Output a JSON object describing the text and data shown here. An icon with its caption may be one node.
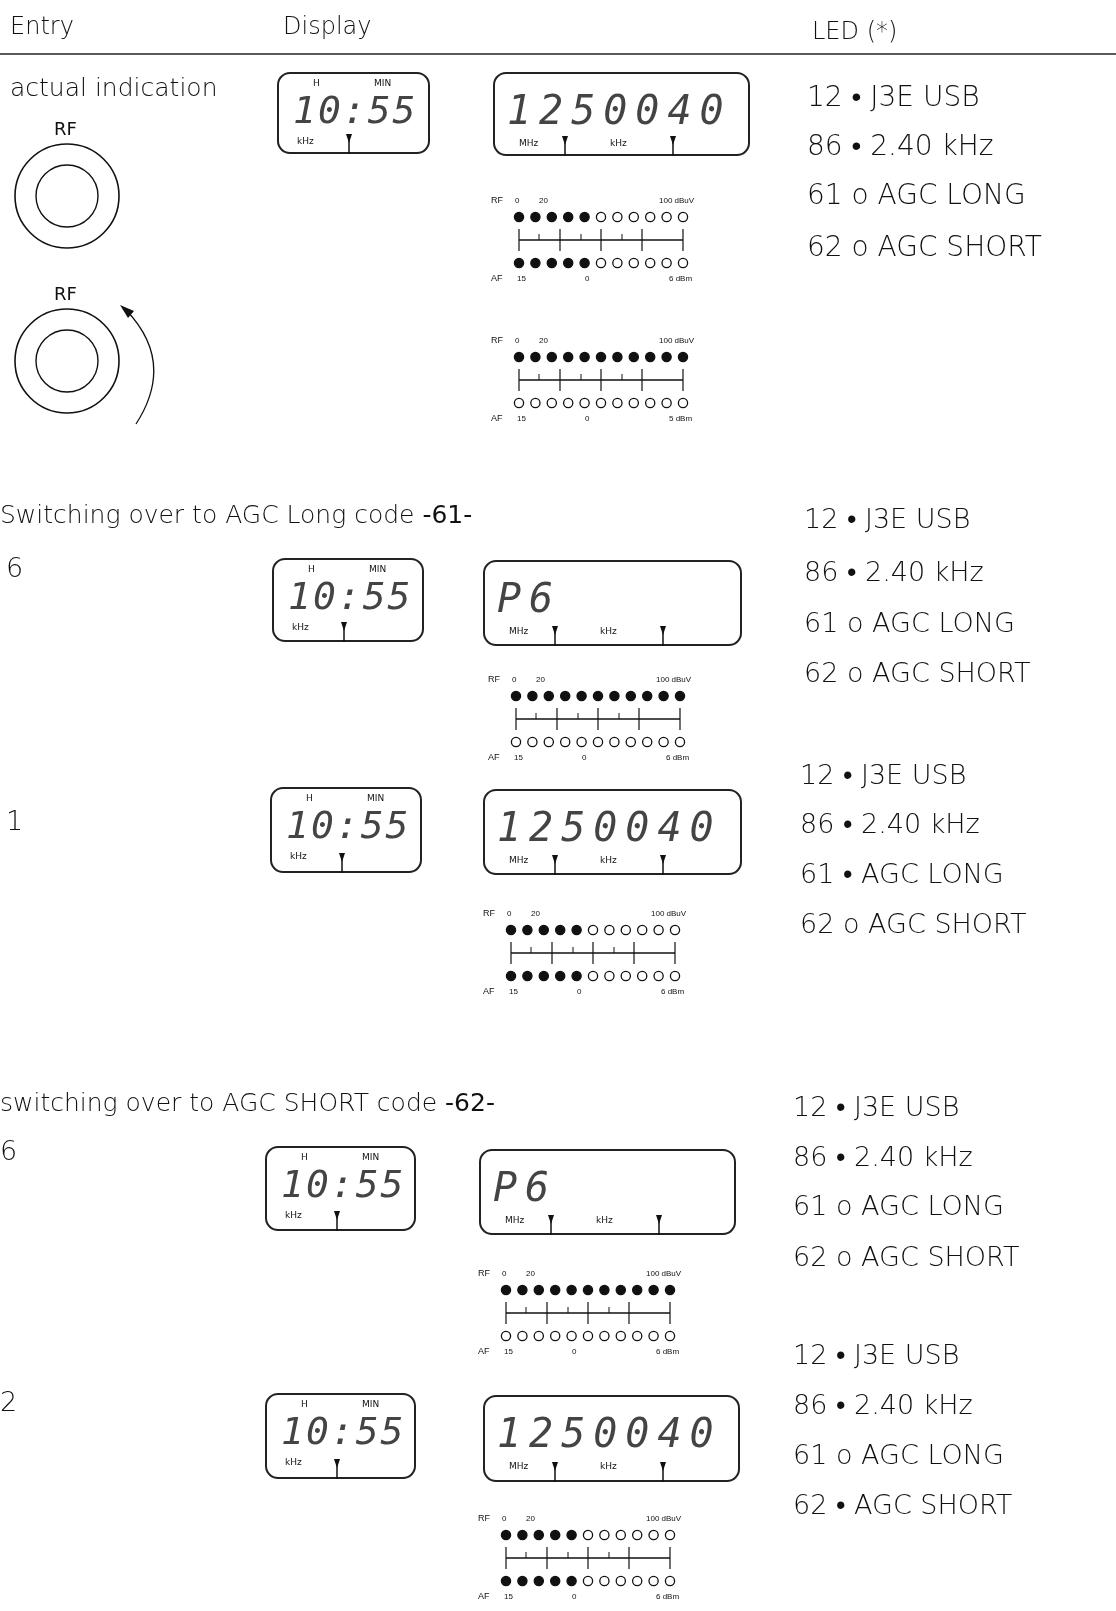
{
  "diagram": {
    "nodes": [
      {
        "text": [
          "RF"
        ]
      },
      {
        "text": [
          "H",
          "MIN",
          "10:55",
          "kHz"
        ]
      },
      {
        "text": [
          "1250040",
          "MHz",
          "kHz"
        ]
      },
      {
        "text": [
          "RF",
          "0",
          "20",
          "100 dBuV",
          "AF",
          "15",
          "0",
          "6 dBm"
        ]
      },
      {
        "text": [
          "RF"
        ]
      },
      {
        "text": [
          "RF",
          "0",
          "20",
          "100 dBuV",
          "AF",
          "15",
          "0",
          "5 dBm"
        ]
      },
      {
        "text": [
          "H",
          "MIN",
          "10:55",
          "kHz"
        ]
      },
      {
        "text": [
          "P6",
          "MHz",
          "kHz"
        ]
      },
      {
        "text": [
          "RF",
          "0",
          "20",
          "100 dBuV",
          "AF",
          "15",
          "0",
          "6 dBm"
        ]
      },
      {
        "text": [
          "H",
          "MIN",
          "10:55",
          "kHz"
        ]
      },
      {
        "text": [
          "1250040",
          "MHz",
          "kHz"
        ]
      },
      {
        "text": [
          "RF",
          "0",
          "20",
          "100 dBuV",
          "AF",
          "15",
          "0",
          "6 dBm"
        ]
      },
      {
        "text": [
          "H",
          "MIN",
          "10:55",
          "kHz"
        ]
      },
      {
        "text": [
          "P6",
          "MHz",
          "kHz"
        ]
      },
      {
        "text": [
          "RF",
          "0",
          "20",
          "100 dBuV",
          "AF",
          "15",
          "0",
          "6 dBm"
        ]
      },
      {
        "text": [
          "H",
          "MIN",
          "10:55",
          "kHz"
        ]
      },
      {
        "text": [
          "1250040",
          "MHz",
          "kHz"
        ]
      },
      {
        "text": [
          "RF",
          "0",
          "20",
          "100 dBuV",
          "AF",
          "15",
          "0",
          "6 dBm"
        ]
      }
    ],
    "labels": [
      "Entry",
      "Display",
      "LED (*)",
      "actual indication",
      "12 • J3E USB",
      "86 • 2.40 kHz",
      "61 o AGC LONG",
      "62 o AGC SHORT",
      "Switching over to AGC Long code **-61-**",
      "12 • J3E USB",
      "6",
      "86 • 2.40 kHz",
      "61 o AGC LONG",
      "62 o AGC SHORT",
      "12 • J3E USB",
      "1",
      "86 • 2.40 kHz",
      "61 • AGC LONG",
      "62 o AGC SHORT",
      "switching over to AGC SHORT code **-62-**",
      "12 • J3E USB",
      "6",
      "86 • 2.40 kHz",
      "61 o AGC LONG",
      "62 o AGC SHORT",
      "12 • J3E USB",
      "2",
      "86 • 2.40 kHz",
      "61 o AGC LONG",
      "62 • AGC SHORT"
    ]
  }
}
